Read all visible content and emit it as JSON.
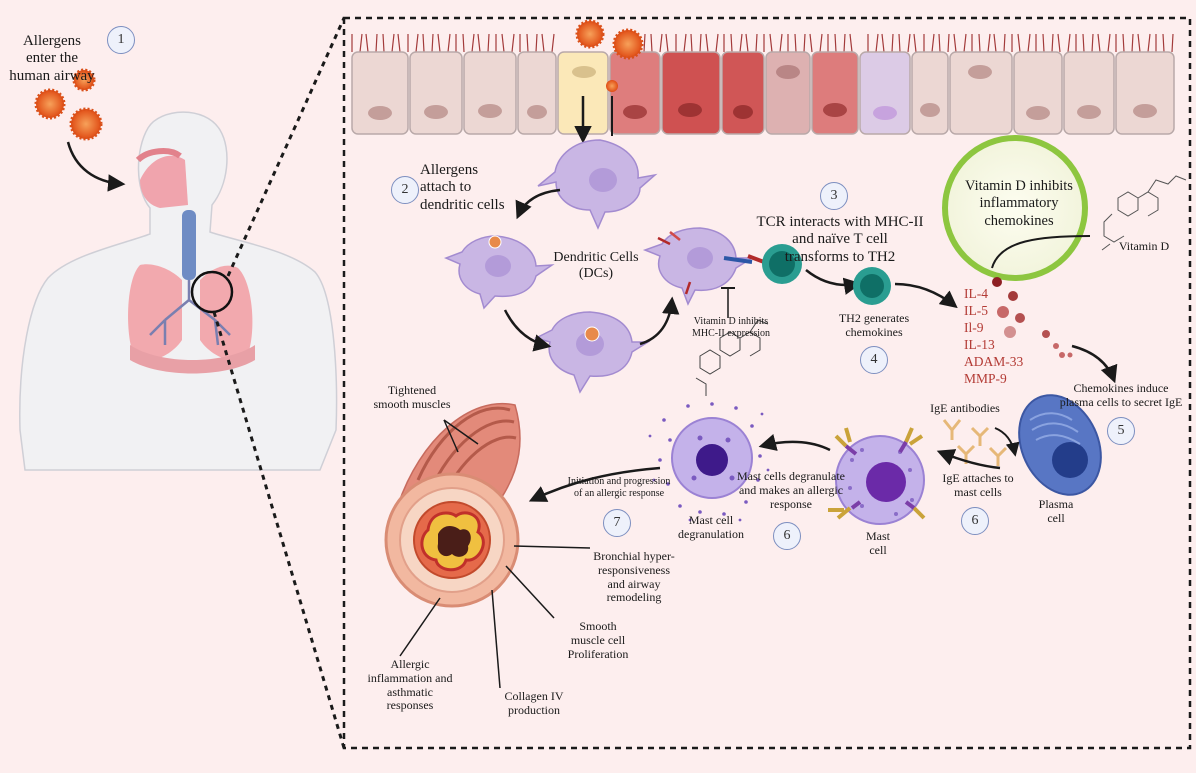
{
  "steps": {
    "s1": {
      "number": "1",
      "text": "Allergens\nenter the\nhuman airway"
    },
    "s2": {
      "number": "2",
      "text": "Allergens\nattach to\ndendritic cells"
    },
    "s3": {
      "number": "3",
      "text": "TCR interacts with MHC-II\nand naïve T cell\ntransforms to TH2"
    },
    "s4": {
      "number": "4",
      "text": "TH2 generates\nchemokines"
    },
    "s5": {
      "number": "5",
      "text": "Chemokines induce\nplasma cells to secret IgE"
    },
    "s6a": {
      "number": "6",
      "text": "IgE attaches to\nmast cells"
    },
    "s6b": {
      "number": "6",
      "text": "Mast cells degranulate\nand makes an allergic\nresponse"
    },
    "s7": {
      "number": "7",
      "text": "Initiation and progression\nof an allergic response"
    }
  },
  "labels": {
    "dendritic_cells": "Dendritic Cells\n(DCs)",
    "vitd_mhc": "Vitamin D inhibits\nMHC-II expression",
    "vitd_chemokines": "Vitamin D inhibits\ninflammatory\nchemokines",
    "vitamin_d": "Vitamin D",
    "ige_antibodies": "IgE antibodies",
    "plasma_cell": "Plasma\ncell",
    "mast_cell": "Mast\ncell",
    "mast_degranulation": "Mast cell\ndegranulation",
    "tightened_muscles": "Tightened\nsmooth muscles",
    "bronchial": "Bronchial hyper-\nresponsiveness\nand airway\nremodeling",
    "smooth_muscle": "Smooth\nmuscle cell\nProliferation",
    "allergic_inflammation": "Allergic\ninflammation and\nasthmatic\nresponses",
    "collagen": "Collagen IV\nproduction"
  },
  "cytokines": [
    "IL-4",
    "IL-5",
    "Il-9",
    "IL-13",
    "ADAM-33",
    "MMP-9"
  ],
  "colors": {
    "background": "#fdeeee",
    "cytokine_text": "#b33a34",
    "vitd_ring": "#8dc63f",
    "dendritic_cell": "#c9b6e4",
    "th2_cell": "#1f8a80",
    "mast_cell": "#8a6cc8",
    "allergen": "#e8561e"
  }
}
